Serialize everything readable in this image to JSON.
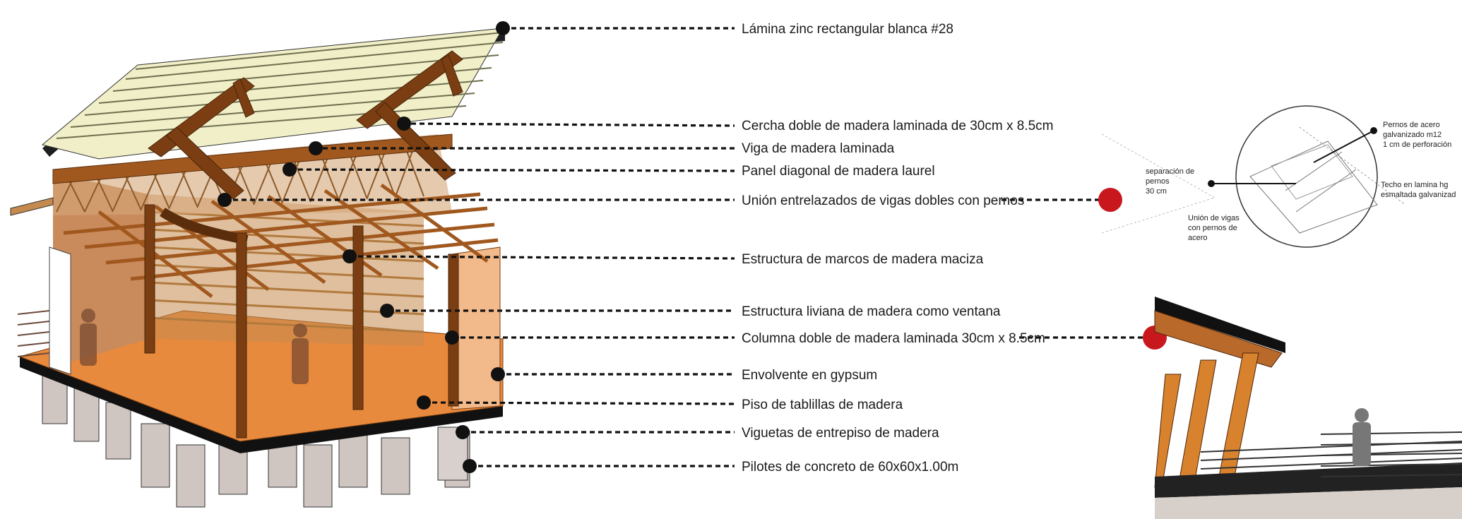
{
  "labels": [
    {
      "id": "zinc",
      "text": "Lámina zinc rectangular blanca #28"
    },
    {
      "id": "cercha",
      "text": "Cercha doble de madera laminada de 30cm x 8.5cm"
    },
    {
      "id": "viga",
      "text": "Viga de madera laminada"
    },
    {
      "id": "panel",
      "text": "Panel diagonal de madera  laurel"
    },
    {
      "id": "union",
      "text": "Unión entrelazados de vigas dobles con pernos"
    },
    {
      "id": "marcos",
      "text": "Estructura de marcos de madera maciza"
    },
    {
      "id": "liviana",
      "text": "Estructura liviana de madera como ventana"
    },
    {
      "id": "columna",
      "text": "Columna doble de madera laminada 30cm x 8.5cm"
    },
    {
      "id": "gypsum",
      "text": "Envolvente en gypsum"
    },
    {
      "id": "piso",
      "text": "Piso de tablillas de madera"
    },
    {
      "id": "viguetas",
      "text": "Viguetas de entrepiso de madera"
    },
    {
      "id": "pilotes",
      "text": "Pilotes de concreto de 60x60x1.00m"
    }
  ],
  "detail": {
    "pernos_1": "Pernos de acero",
    "pernos_2": "galvanizado m12",
    "pernos_3": "1 cm de perforación",
    "techo_1": "Techo en lamina hg",
    "techo_2": "esmaltada galvanizad",
    "sep_1": "separación de",
    "sep_2": "pernos",
    "sep_3": "30 cm",
    "uv_1": "Unión de vigas",
    "uv_2": "con pernos de",
    "uv_3": "acero"
  },
  "colors": {
    "timber_dark": "#7a3e12",
    "timber_light": "#c58a4e",
    "floor": "#e88a3e",
    "gypsum": "#f2b98a",
    "roof": "#f1efc8",
    "callout": "#c8181e"
  }
}
